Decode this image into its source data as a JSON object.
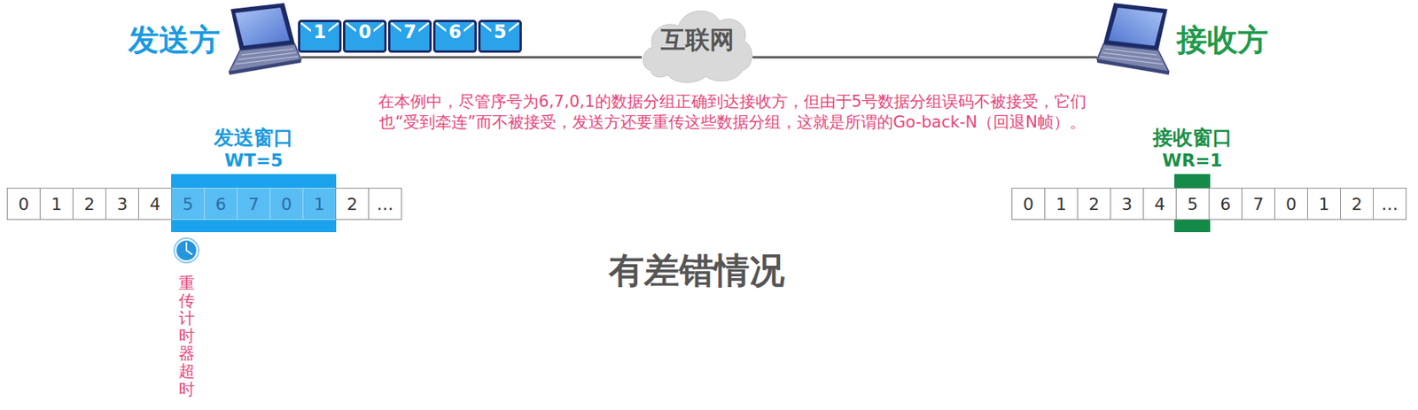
{
  "diagram": {
    "title": "有差错情况",
    "nodes": [
      {
        "text": [
          "发送方"
        ]
      },
      {
        "text": [
          "1"
        ]
      },
      {
        "text": [
          "0"
        ]
      },
      {
        "text": [
          "7"
        ]
      },
      {
        "text": [
          "6"
        ]
      },
      {
        "text": [
          "5"
        ]
      },
      {
        "text": [
          "互联网"
        ]
      },
      {
        "text": [
          "接收方"
        ]
      },
      {
        "text": [
          "发送窗口",
          "WT=5"
        ]
      },
      {
        "text": [
          "0"
        ]
      },
      {
        "text": [
          "1"
        ]
      },
      {
        "text": [
          "2"
        ]
      },
      {
        "text": [
          "3"
        ]
      },
      {
        "text": [
          "4"
        ]
      },
      {
        "text": [
          "5"
        ],
        "in": 8
      },
      {
        "text": [
          "6"
        ],
        "in": 8
      },
      {
        "text": [
          "7"
        ],
        "in": 8
      },
      {
        "text": [
          "0"
        ],
        "in": 8
      },
      {
        "text": [
          "1"
        ],
        "in": 8
      },
      {
        "text": [
          "2"
        ]
      },
      {
        "text": [
          "…"
        ]
      },
      {
        "text": [
          "接收窗口",
          "WR=1"
        ]
      },
      {
        "text": [
          "0"
        ]
      },
      {
        "text": [
          "1"
        ]
      },
      {
        "text": [
          "2"
        ]
      },
      {
        "text": [
          "3"
        ]
      },
      {
        "text": [
          "4"
        ]
      },
      {
        "text": [
          "5"
        ],
        "in": 21
      },
      {
        "text": [
          "6"
        ]
      },
      {
        "text": [
          "7"
        ]
      },
      {
        "text": [
          "0"
        ]
      },
      {
        "text": [
          "1"
        ]
      },
      {
        "text": [
          "2"
        ]
      },
      {
        "text": [
          "…"
        ]
      }
    ],
    "edges": [
      {
        "from": 0,
        "to": 6,
        "arrow": "none"
      },
      {
        "from": 6,
        "to": 7,
        "arrow": "none"
      }
    ],
    "labels": [
      "在本例中，尽管序号为6,7,0,1的数据分组正确到达接收方，但由于5号数据分组误码不被接受，它们 也“受到牵连”而不被接受，发送方还要重传这些数据分组，这就是所谓的Go-back-N（回退N帧）。",
      "重传计时器超时"
    ]
  }
}
